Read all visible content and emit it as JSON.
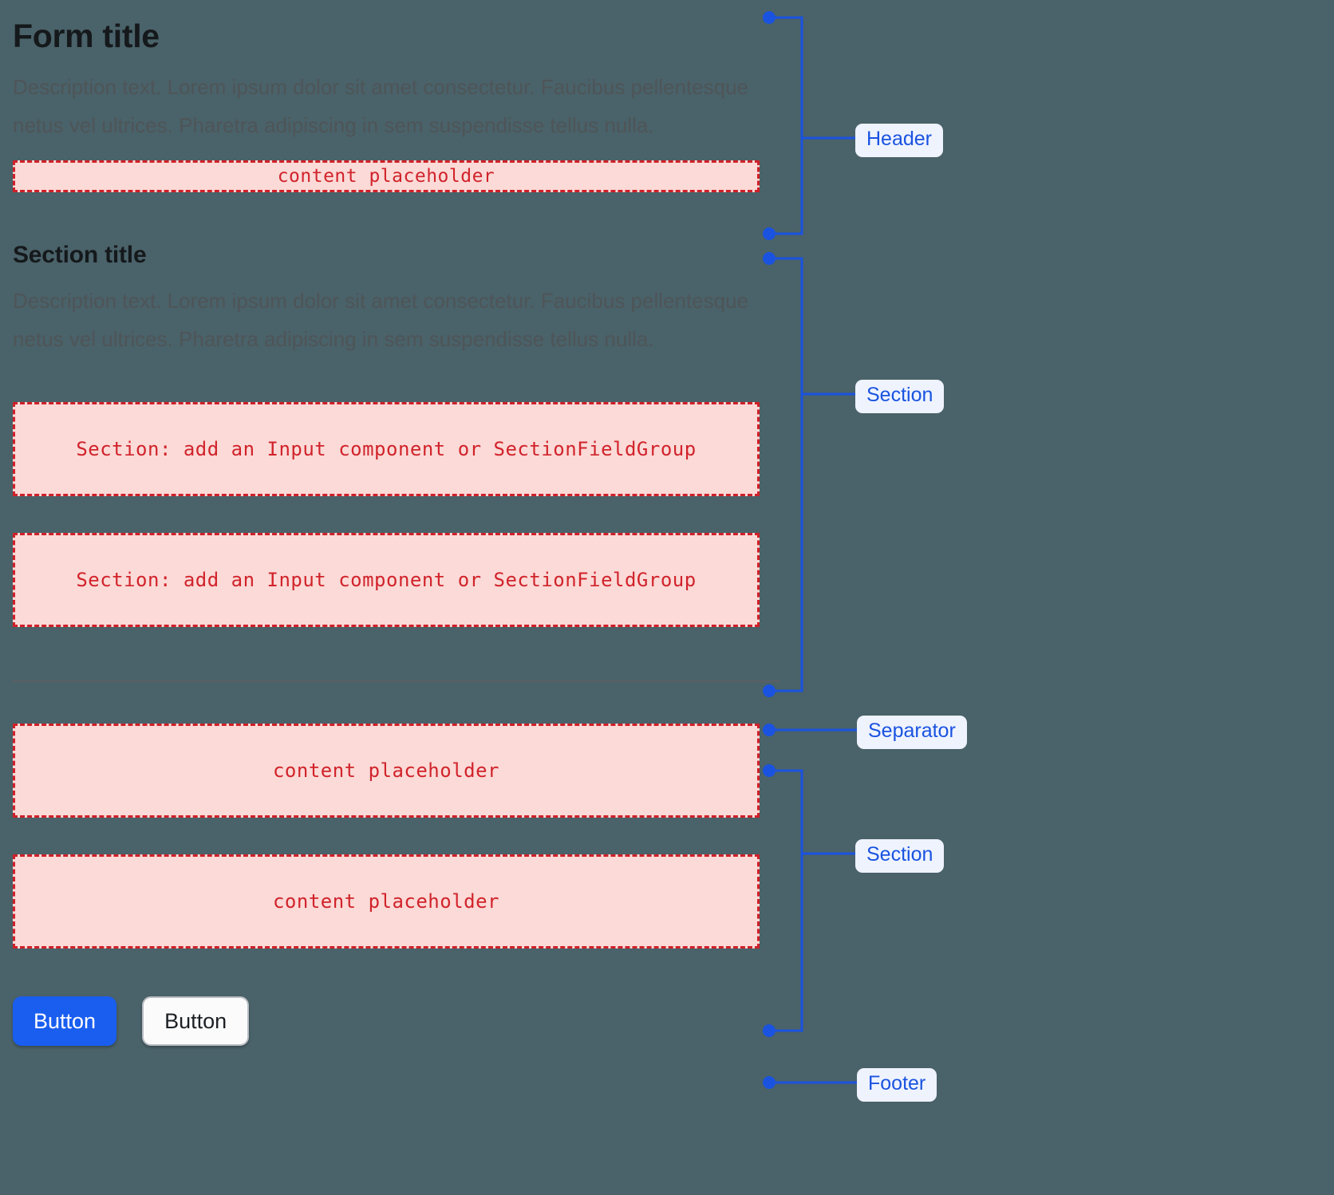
{
  "theme": {
    "background": "#4a6269",
    "title_color": "#15191c",
    "description_color": "#4e5558",
    "placeholder_bg": "#fbdad7",
    "placeholder_border": "#cf2029",
    "placeholder_text": "#d1232b",
    "annotation_blue": "#1a53e0",
    "annotation_badge_bg": "#eef3fe",
    "primary_button_bg": "#1a5ef0",
    "separator_color": "#5a5f66"
  },
  "header": {
    "title": "Form title",
    "description": "Description text. Lorem ipsum dolor sit amet consectetur. Faucibus pellentesque netus vel ultrices. Pharetra adipiscing in sem suspendisse tellus nulla.",
    "placeholder": "content placeholder"
  },
  "section": {
    "title": "Section title",
    "description": "Description text. Lorem ipsum dolor sit amet consectetur. Faucibus pellentesque netus vel ultrices. Pharetra adipiscing in sem suspendisse tellus nulla.",
    "field_placeholder_1": "Section: add an Input component or SectionFieldGroup",
    "field_placeholder_2": "Section: add an Input component or SectionFieldGroup"
  },
  "section_two": {
    "placeholder_1": "content placeholder",
    "placeholder_2": "content placeholder"
  },
  "footer": {
    "primary_button": "Button",
    "secondary_button": "Button"
  },
  "annotations": [
    {
      "label": "Header",
      "kind": "bracket"
    },
    {
      "label": "Section",
      "kind": "bracket"
    },
    {
      "label": "Separator",
      "kind": "line"
    },
    {
      "label": "Section",
      "kind": "bracket"
    },
    {
      "label": "Footer",
      "kind": "line"
    }
  ]
}
